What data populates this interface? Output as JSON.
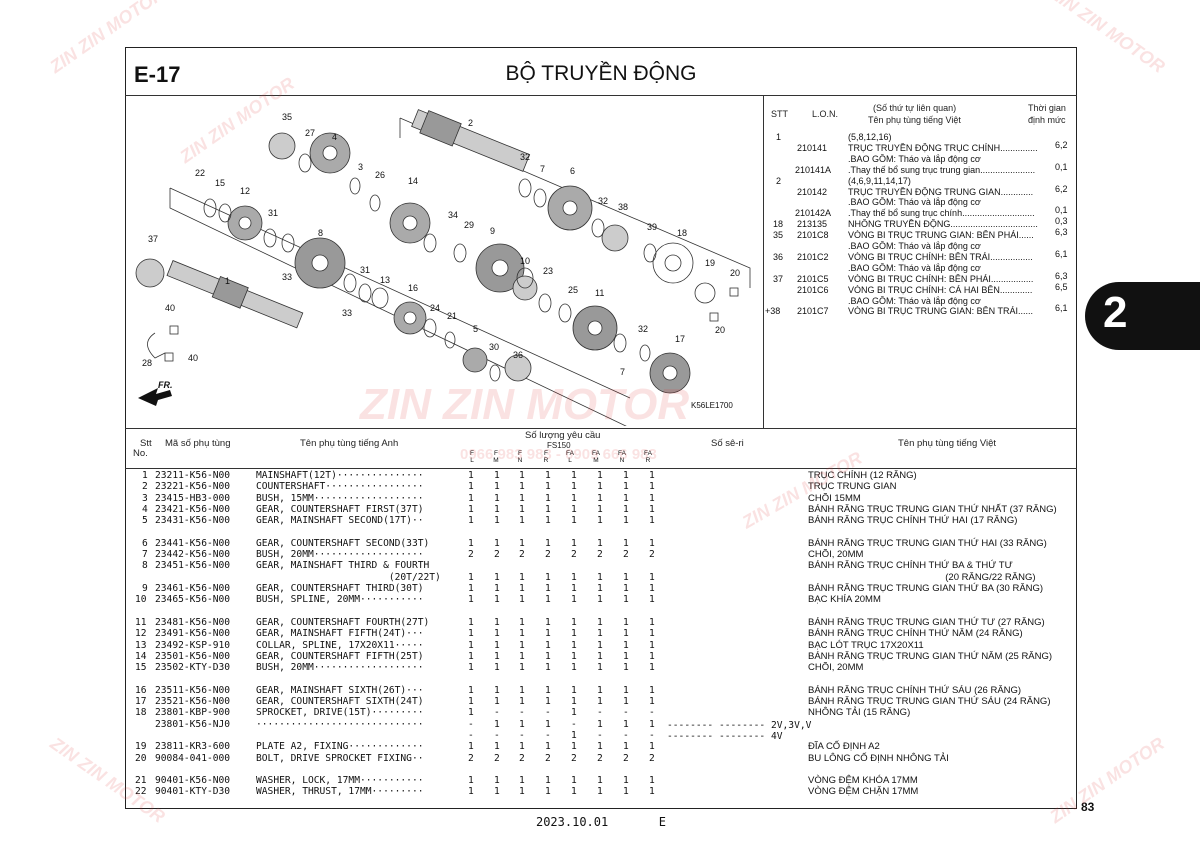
{
  "header": {
    "code": "E-17",
    "title": "BỘ TRUYỀN ĐỘNG",
    "side_tab": "2",
    "page_number": "83",
    "footer_date": "2023.10.01",
    "footer_letter": "E",
    "diagram_ref": "K56LE1700",
    "fr_label": "FR."
  },
  "watermark": {
    "brand": "ZIN ZIN MOTOR",
    "phone": "0966 983 983 - 0909 666 983"
  },
  "diagram_labels": [
    "35",
    "27",
    "4",
    "2",
    "32",
    "7",
    "6",
    "3",
    "26",
    "14",
    "32",
    "38",
    "22",
    "15",
    "12",
    "31",
    "34",
    "29",
    "9",
    "39",
    "18",
    "37",
    "8",
    "10",
    "23",
    "19",
    "20",
    "31",
    "33",
    "13",
    "16",
    "25",
    "11",
    "20",
    "1",
    "33",
    "24",
    "21",
    "5",
    "32",
    "40",
    "30",
    "36",
    "17",
    "7",
    "40",
    "28"
  ],
  "ref_panel": {
    "headers": {
      "stt": "STT",
      "lon": "L.O.N.",
      "desc1": "(Số thứ tự liên quan)",
      "desc2": "Tên phụ tùng tiếng Việt",
      "time1": "Thời gian",
      "time2": "định mức"
    },
    "rows": [
      {
        "stt": "1",
        "lon": "",
        "desc": "(5,8,12,16)",
        "time": ""
      },
      {
        "stt": "",
        "lon": "210141",
        "desc": "TRỤC TRUYỀN ĐỘNG TRỤC CHÍNH...............",
        "time": "6,2"
      },
      {
        "stt": "",
        "lon": "",
        "desc": ".BAO GỒM: Tháo và lắp động cơ",
        "time": ""
      },
      {
        "stt": "",
        "lon": "210141A",
        "desc": ".Thay thế bổ sung trục trung gian......................",
        "time": "0,1"
      },
      {
        "stt": "2",
        "lon": "",
        "desc": "(4,6,9,11,14,17)",
        "time": ""
      },
      {
        "stt": "",
        "lon": "210142",
        "desc": "TRỤC TRUYỀN ĐỘNG TRUNG GIAN.............",
        "time": "6,2"
      },
      {
        "stt": "",
        "lon": "",
        "desc": ".BAO GỒM: Tháo và lắp động cơ",
        "time": ""
      },
      {
        "stt": "",
        "lon": "210142A",
        "desc": ".Thay thế bổ sung trục chính.............................",
        "time": "0,1"
      },
      {
        "stt": "18",
        "lon": "213135",
        "desc": "NHÔNG TRUYỀN ĐỘNG...................................",
        "time": "0,3"
      },
      {
        "stt": "35",
        "lon": "2101C8",
        "desc": "VÒNG BI TRỤC TRUNG GIAN: BÊN PHẢI......",
        "time": "6,3"
      },
      {
        "stt": "",
        "lon": "",
        "desc": ".BAO GỒM: Tháo và lắp động cơ",
        "time": ""
      },
      {
        "stt": "36",
        "lon": "2101C2",
        "desc": "VÒNG BI TRỤC CHÍNH: BÊN TRÁI.................",
        "time": "6,1"
      },
      {
        "stt": "",
        "lon": "",
        "desc": ".BAO GỒM: Tháo và lắp động cơ",
        "time": ""
      },
      {
        "stt": "37",
        "lon": "2101C5",
        "desc": "VÒNG BI TRỤC CHÍNH: BÊN PHẢI.................",
        "time": "6,3"
      },
      {
        "stt": "",
        "lon": "2101C6",
        "desc": "VÒNG BI TRỤC CHÍNH: CẢ HAI BÊN.............",
        "time": "6,5"
      },
      {
        "stt": "",
        "lon": "",
        "desc": ".BAO GỒM: Tháo và lắp động cơ",
        "time": ""
      },
      {
        "stt": "+38",
        "lon": "2101C7",
        "desc": "VÒNG BI TRỤC TRUNG GIAN: BÊN TRÁI......",
        "time": "6,1"
      }
    ]
  },
  "table": {
    "headers": {
      "stt": "Stt",
      "no": "No.",
      "part_no": "Mã số phụ tùng",
      "name_en": "Tên phụ tùng tiếng Anh",
      "qty": "Số lượng yêu cầu",
      "model": "FS150",
      "serial": "Số sê-ri",
      "name_vi": "Tên phụ tùng tiếng Việt",
      "cols": [
        [
          "F",
          "L"
        ],
        [
          "F",
          "M"
        ],
        [
          "F",
          "N"
        ],
        [
          "F",
          "R"
        ],
        [
          "FA",
          "L"
        ],
        [
          "FA",
          "M"
        ],
        [
          "FA",
          "N"
        ],
        [
          "FA",
          "R"
        ]
      ]
    },
    "rows": [
      {
        "stt": "1",
        "part": "23211-K56-N00",
        "en": "MAINSHAFT(12T)···············",
        "q": [
          "1",
          "1",
          "1",
          "1",
          "1",
          "1",
          "1",
          "1"
        ],
        "serial": "",
        "vi": "TRỤC CHÍNH (12 RĂNG)",
        "line": 0
      },
      {
        "stt": "2",
        "part": "23221-K56-N00",
        "en": "COUNTERSHAFT·················",
        "q": [
          "1",
          "1",
          "1",
          "1",
          "1",
          "1",
          "1",
          "1"
        ],
        "serial": "",
        "vi": "TRỤC TRUNG GIAN",
        "line": 1
      },
      {
        "stt": "3",
        "part": "23415-HB3-000",
        "en": "BUSH, 15MM···················",
        "q": [
          "1",
          "1",
          "1",
          "1",
          "1",
          "1",
          "1",
          "1"
        ],
        "serial": "",
        "vi": "CHÕI 15MM",
        "line": 2
      },
      {
        "stt": "4",
        "part": "23421-K56-N00",
        "en": "GEAR, COUNTERSHAFT FIRST(37T)",
        "q": [
          "1",
          "1",
          "1",
          "1",
          "1",
          "1",
          "1",
          "1"
        ],
        "serial": "",
        "vi": "BÁNH RĂNG TRỤC TRUNG GIAN THỨ NHẤT (37 RĂNG)",
        "line": 3
      },
      {
        "stt": "5",
        "part": "23431-K56-N00",
        "en": "GEAR, MAINSHAFT SECOND(17T)··",
        "q": [
          "1",
          "1",
          "1",
          "1",
          "1",
          "1",
          "1",
          "1"
        ],
        "serial": "",
        "vi": "BÁNH RĂNG TRỤC CHÍNH THỨ HAI (17 RĂNG)",
        "line": 4
      },
      {
        "stt": "6",
        "part": "23441-K56-N00",
        "en": "GEAR, COUNTERSHAFT SECOND(33T)",
        "q": [
          "1",
          "1",
          "1",
          "1",
          "1",
          "1",
          "1",
          "1"
        ],
        "serial": "",
        "vi": "BÁNH RĂNG TRỤC TRUNG GIAN THỨ HAI (33 RĂNG)",
        "line": 6
      },
      {
        "stt": "7",
        "part": "23442-K56-N00",
        "en": "BUSH, 20MM···················",
        "q": [
          "2",
          "2",
          "2",
          "2",
          "2",
          "2",
          "2",
          "2"
        ],
        "serial": "",
        "vi": "CHÕI, 20MM",
        "line": 7
      },
      {
        "stt": "8",
        "part": "23451-K56-N00",
        "en": "GEAR, MAINSHAFT THIRD & FOURTH",
        "q": [
          "",
          "",
          "",
          "",
          "",
          "",
          "",
          ""
        ],
        "serial": "",
        "vi": "BÁNH RĂNG TRỤC CHÍNH THỨ BA & THỨ TƯ",
        "line": 8
      },
      {
        "stt": "",
        "part": "",
        "en": "                       (20T/22T)",
        "q": [
          "1",
          "1",
          "1",
          "1",
          "1",
          "1",
          "1",
          "1"
        ],
        "serial": "",
        "vi": "                                                    (20 RĂNG/22 RĂNG)",
        "line": 9
      },
      {
        "stt": "9",
        "part": "23461-K56-N00",
        "en": "GEAR, COUNTERSHAFT THIRD(30T)",
        "q": [
          "1",
          "1",
          "1",
          "1",
          "1",
          "1",
          "1",
          "1"
        ],
        "serial": "",
        "vi": "BÁNH RĂNG TRỤC TRUNG GIAN THỨ BA (30 RĂNG)",
        "line": 10
      },
      {
        "stt": "10",
        "part": "23465-K56-N00",
        "en": "BUSH, SPLINE, 20MM···········",
        "q": [
          "1",
          "1",
          "1",
          "1",
          "1",
          "1",
          "1",
          "1"
        ],
        "serial": "",
        "vi": "BẠC KHÍA 20MM",
        "line": 11
      },
      {
        "stt": "11",
        "part": "23481-K56-N00",
        "en": "GEAR, COUNTERSHAFT FOURTH(27T)",
        "q": [
          "1",
          "1",
          "1",
          "1",
          "1",
          "1",
          "1",
          "1"
        ],
        "serial": "",
        "vi": "BÁNH RĂNG TRỤC TRUNG GIAN THỨ TƯ (27 RĂNG)",
        "line": 13
      },
      {
        "stt": "12",
        "part": "23491-K56-N00",
        "en": "GEAR, MAINSHAFT FIFTH(24T)···",
        "q": [
          "1",
          "1",
          "1",
          "1",
          "1",
          "1",
          "1",
          "1"
        ],
        "serial": "",
        "vi": "BÁNH RĂNG TRỤC CHÍNH THỨ NĂM (24 RĂNG)",
        "line": 14
      },
      {
        "stt": "13",
        "part": "23492-KSP-910",
        "en": "COLLAR, SPLINE, 17X20X11·····",
        "q": [
          "1",
          "1",
          "1",
          "1",
          "1",
          "1",
          "1",
          "1"
        ],
        "serial": "",
        "vi": "BẠC LÓT TRỤC 17X20X11",
        "line": 15
      },
      {
        "stt": "14",
        "part": "23501-K56-N00",
        "en": "GEAR, COUNTERSHAFT FIFTH(25T)",
        "q": [
          "1",
          "1",
          "1",
          "1",
          "1",
          "1",
          "1",
          "1"
        ],
        "serial": "",
        "vi": "BÁNH RĂNG TRỤC TRUNG GIAN THỨ NĂM (25 RĂNG)",
        "line": 16
      },
      {
        "stt": "15",
        "part": "23502-KTY-D30",
        "en": "BUSH, 20MM···················",
        "q": [
          "1",
          "1",
          "1",
          "1",
          "1",
          "1",
          "1",
          "1"
        ],
        "serial": "",
        "vi": "CHÕI, 20MM",
        "line": 17
      },
      {
        "stt": "16",
        "part": "23511-K56-N00",
        "en": "GEAR, MAINSHAFT SIXTH(26T)···",
        "q": [
          "1",
          "1",
          "1",
          "1",
          "1",
          "1",
          "1",
          "1"
        ],
        "serial": "",
        "vi": "BÁNH RĂNG TRỤC CHÍNH THỨ SÁU (26 RĂNG)",
        "line": 19
      },
      {
        "stt": "17",
        "part": "23521-K56-N00",
        "en": "GEAR, COUNTERSHAFT SIXTH(24T)",
        "q": [
          "1",
          "1",
          "1",
          "1",
          "1",
          "1",
          "1",
          "1"
        ],
        "serial": "",
        "vi": "BÁNH RĂNG TRỤC TRUNG GIAN THỨ SÁU (24 RĂNG)",
        "line": 20
      },
      {
        "stt": "18",
        "part": "23801-KBP-900",
        "en": "SPROCKET, DRIVE(15T)·········",
        "q": [
          "1",
          "-",
          "-",
          "-",
          "1",
          "-",
          "-",
          "-"
        ],
        "serial": "",
        "vi": "NHÔNG TẢI (15 RĂNG)",
        "line": 21
      },
      {
        "stt": "",
        "part": "23801-K56-NJ0",
        "en": "·····························",
        "q": [
          "-",
          "1",
          "1",
          "1",
          "-",
          "1",
          "1",
          "1"
        ],
        "serial": "-------- -------- 2V,3V,V",
        "vi": "",
        "line": 22
      },
      {
        "stt": "",
        "part": "",
        "en": "",
        "q": [
          "-",
          "-",
          "-",
          "-",
          "1",
          "-",
          "-",
          "-"
        ],
        "serial": "-------- -------- 4V",
        "vi": "",
        "line": 23
      },
      {
        "stt": "19",
        "part": "23811-KR3-600",
        "en": "PLATE A2, FIXING·············",
        "q": [
          "1",
          "1",
          "1",
          "1",
          "1",
          "1",
          "1",
          "1"
        ],
        "serial": "",
        "vi": "ĐĨA CỐ ĐỊNH A2",
        "line": 24
      },
      {
        "stt": "20",
        "part": "90084-041-000",
        "en": "BOLT, DRIVE SPROCKET FIXING··",
        "q": [
          "2",
          "2",
          "2",
          "2",
          "2",
          "2",
          "2",
          "2"
        ],
        "serial": "",
        "vi": "BU LÔNG CỐ ĐỊNH NHÔNG TẢI",
        "line": 25
      },
      {
        "stt": "21",
        "part": "90401-K56-N00",
        "en": "WASHER, LOCK, 17MM···········",
        "q": [
          "1",
          "1",
          "1",
          "1",
          "1",
          "1",
          "1",
          "1"
        ],
        "serial": "",
        "vi": "VÒNG ĐỆM KHÓA 17MM",
        "line": 27
      },
      {
        "stt": "22",
        "part": "90401-KTY-D30",
        "en": "WASHER, THRUST, 17MM·········",
        "q": [
          "1",
          "1",
          "1",
          "1",
          "1",
          "1",
          "1",
          "1"
        ],
        "serial": "",
        "vi": "VÒNG ĐỆM CHẶN 17MM",
        "line": 28
      }
    ]
  }
}
